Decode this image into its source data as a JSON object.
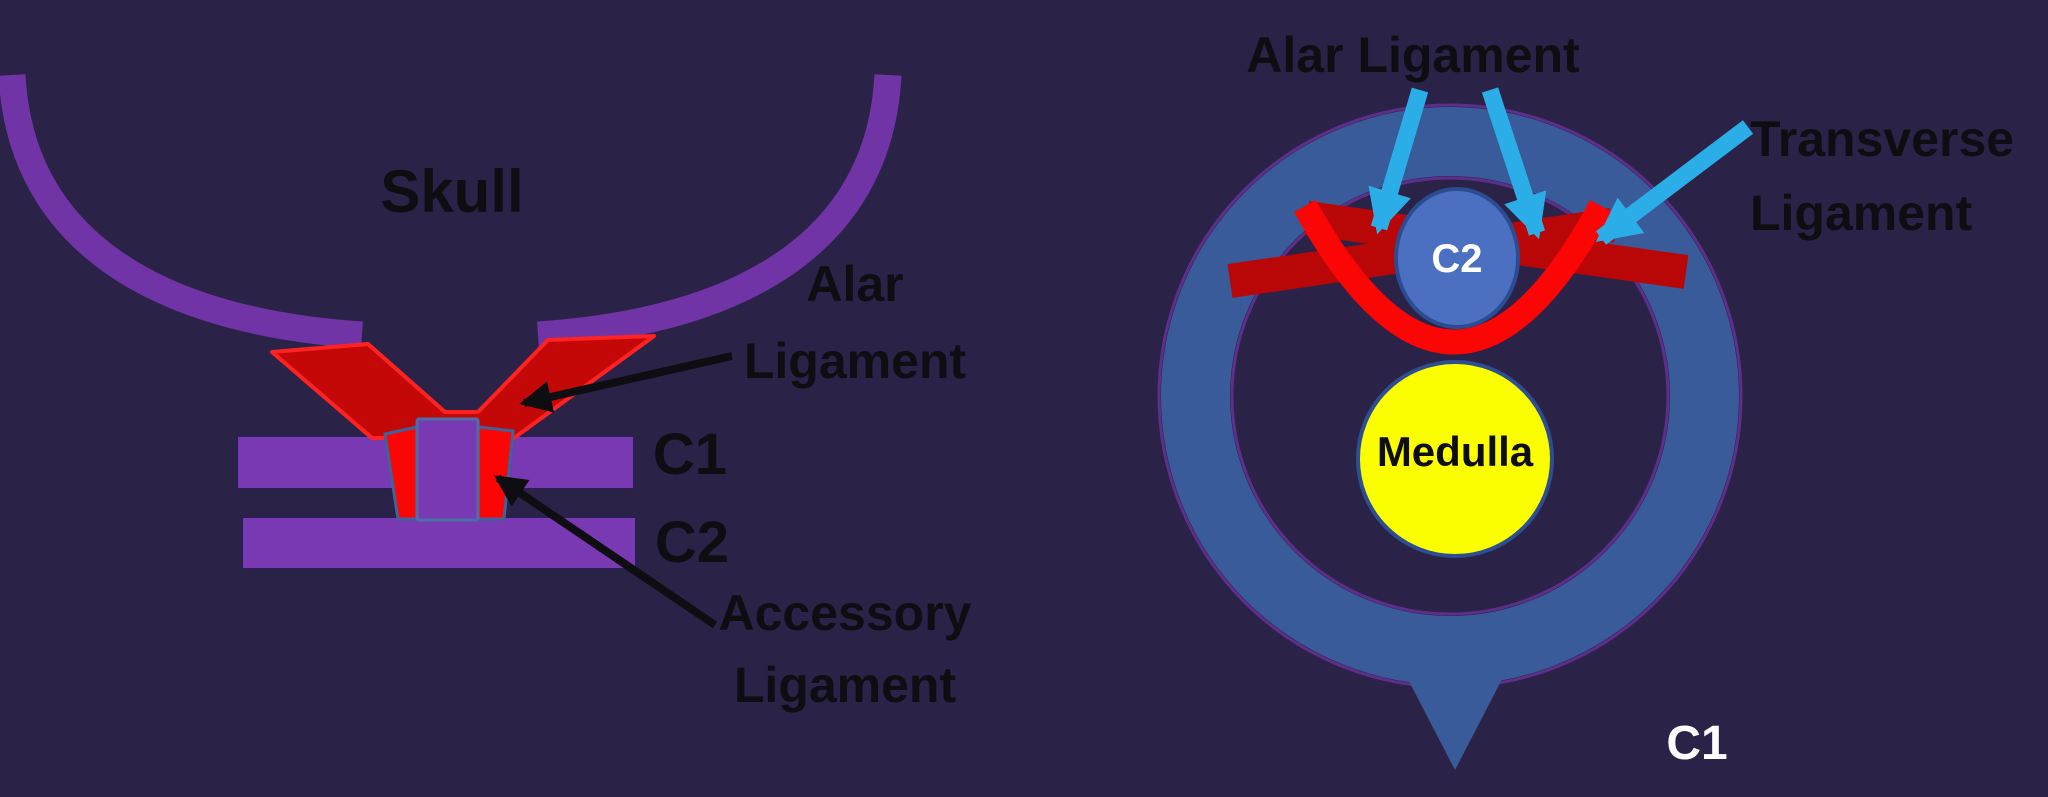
{
  "figure": {
    "title": "Craniocervical junction ligaments diagram",
    "views": [
      "lateral-schematic",
      "axial-schematic"
    ]
  },
  "palette": {
    "background": "#2B2248",
    "bone_purple": "#7134A6",
    "vertebra_purple": "#7839B2",
    "ligament_bright_red": "#FC0505",
    "ligament_dark_red": "#B90606",
    "alar_v_fill": "#C40808",
    "alar_v_outline": "#FF2222",
    "atlas_ring_blue": "#3A5B99",
    "ring_purple_outline": "#5D2F8A",
    "c2_circle_blue": "#4B70C2",
    "c2_circle_border": "#2C4C92",
    "medulla_yellow": "#FCFF00",
    "medulla_border": "#2E4E92",
    "annotation_cyan": "#2BAEE8",
    "annotation_black": "#0D0D12",
    "text_black": "#0D0D12",
    "text_white": "#FFFFFF",
    "dens_border": "#4A6FA8"
  },
  "left_view": {
    "labels": {
      "skull": "Skull",
      "alar_line1": "Alar",
      "alar_line2": "Ligament",
      "c1": "C1",
      "c2": "C2",
      "accessory_line1": "Accessory",
      "accessory_line2": "Ligament"
    }
  },
  "right_view": {
    "labels": {
      "alar": "Alar Ligament",
      "transverse_line1": "Transverse",
      "transverse_line2": "Ligament",
      "c2": "C2",
      "medulla": "Medulla",
      "c1": "C1"
    }
  }
}
